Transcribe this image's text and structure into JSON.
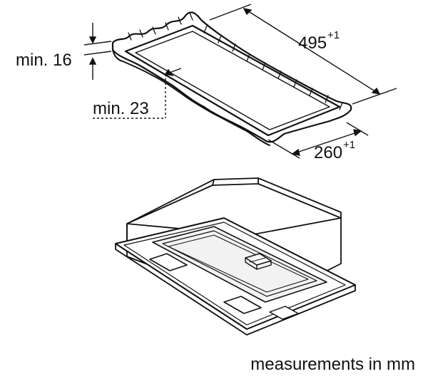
{
  "dimensions": {
    "min_thickness": {
      "label": "min. 16"
    },
    "min_edge": {
      "label": "min. 23"
    },
    "cutout_length": {
      "value": "495",
      "tolerance": "+1"
    },
    "cutout_width": {
      "value": "260",
      "tolerance": "+1"
    }
  },
  "caption": "measurements in mm"
}
